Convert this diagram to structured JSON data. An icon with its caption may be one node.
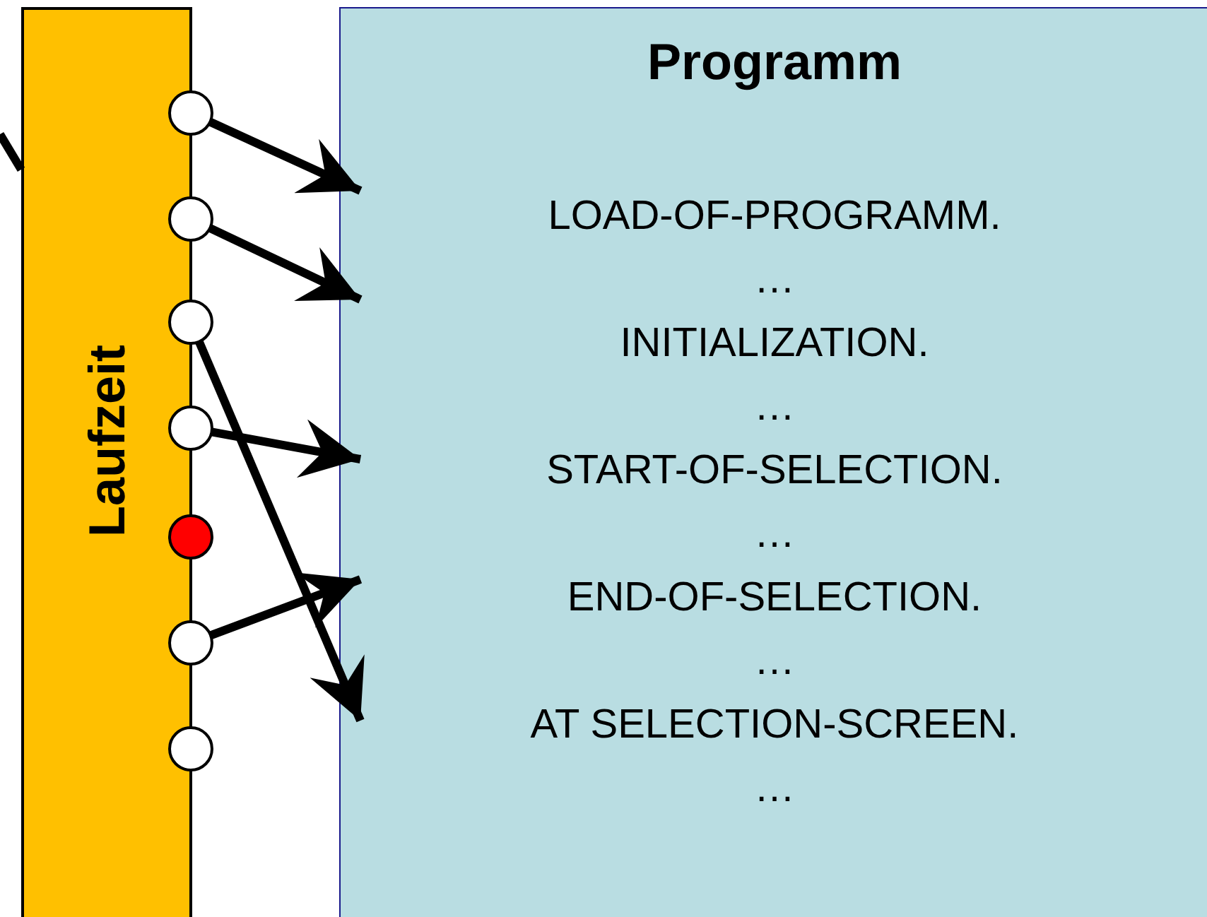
{
  "diagram": {
    "nodes": [
      {
        "text": [
          "Laufzeit"
        ]
      },
      {
        "text": [],
        "shape": "circle"
      },
      {
        "text": [],
        "shape": "circle"
      },
      {
        "text": [],
        "shape": "circle"
      },
      {
        "text": [],
        "shape": "circle"
      },
      {
        "text": [],
        "shape": "circle"
      },
      {
        "text": [],
        "shape": "circle"
      },
      {
        "text": [],
        "shape": "circle"
      },
      {
        "text": [
          "Programm",
          "LOAD-OF-PROGRAMM.",
          "…",
          "INITIALIZATION.",
          "…",
          "START-OF-SELECTION.",
          "…",
          "END-OF-SELECTION.",
          "…",
          "AT SELECTION-SCREEN.",
          "…"
        ]
      }
    ],
    "edges": [
      {
        "from": null,
        "to": 0,
        "arrow": "none"
      },
      {
        "from": 1,
        "to": 8,
        "arrow": "to"
      },
      {
        "from": 2,
        "to": 8,
        "arrow": "to"
      },
      {
        "from": 3,
        "to": 8,
        "arrow": "to"
      },
      {
        "from": 4,
        "to": 8,
        "arrow": "to"
      },
      {
        "from": 6,
        "to": 8,
        "arrow": "to"
      }
    ]
  }
}
